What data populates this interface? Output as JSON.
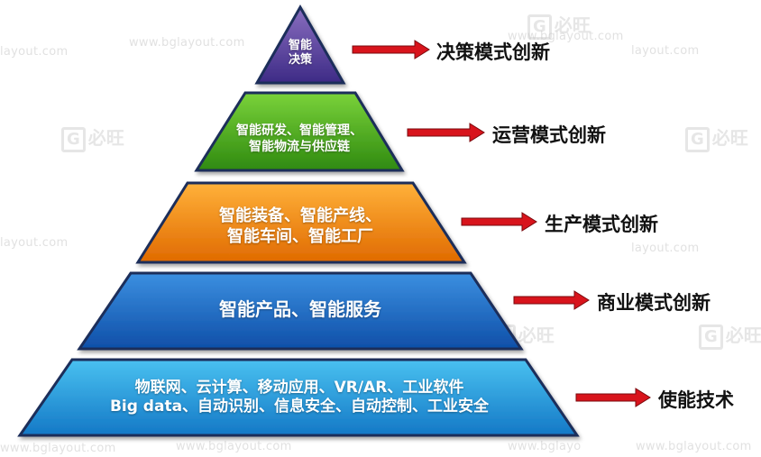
{
  "watermark": {
    "url_text": "www.bglayout.com",
    "url_fragment_1": "layout.com",
    "url_fragment_2": "layout.com",
    "url_fragment_3": "www.bglayo",
    "brand_text": "必旺",
    "brand_letter": "G",
    "url_fragment_4": "layout.com",
    "url_fragment_5": "layout.com"
  },
  "pyramid": {
    "layers": [
      {
        "lines": [
          "智能",
          "决策"
        ],
        "color_top": "#8a6fc0",
        "color_bottom": "#3d2a85"
      },
      {
        "lines": [
          "智能研发、智能管理、",
          "智能物流与供应链"
        ],
        "color_top": "#7ad23a",
        "color_bottom": "#2f8a10"
      },
      {
        "lines": [
          "智能装备、智能产线、",
          "智能车间、智能工厂"
        ],
        "color_top": "#ffb13a",
        "color_bottom": "#e06a00"
      },
      {
        "lines": [
          "智能产品、智能服务"
        ],
        "color_top": "#3b8fe0",
        "color_bottom": "#0f4fa8"
      },
      {
        "lines": [
          "物联网、云计算、移动应用、VR/AR、工业软件",
          "Big data、自动识别、信息安全、自动控制、工业安全"
        ],
        "color_top": "#49c1f0",
        "color_bottom": "#1478c6"
      }
    ]
  },
  "modes": [
    {
      "label": "决策模式创新"
    },
    {
      "label": "运营模式创新"
    },
    {
      "label": "生产模式创新"
    },
    {
      "label": "商业模式创新"
    },
    {
      "label": "使能技术"
    }
  ],
  "colors": {
    "arrow": "#d8141c",
    "arrow_shadow": "#7a0a0e",
    "outline": "#1c2d5a"
  }
}
